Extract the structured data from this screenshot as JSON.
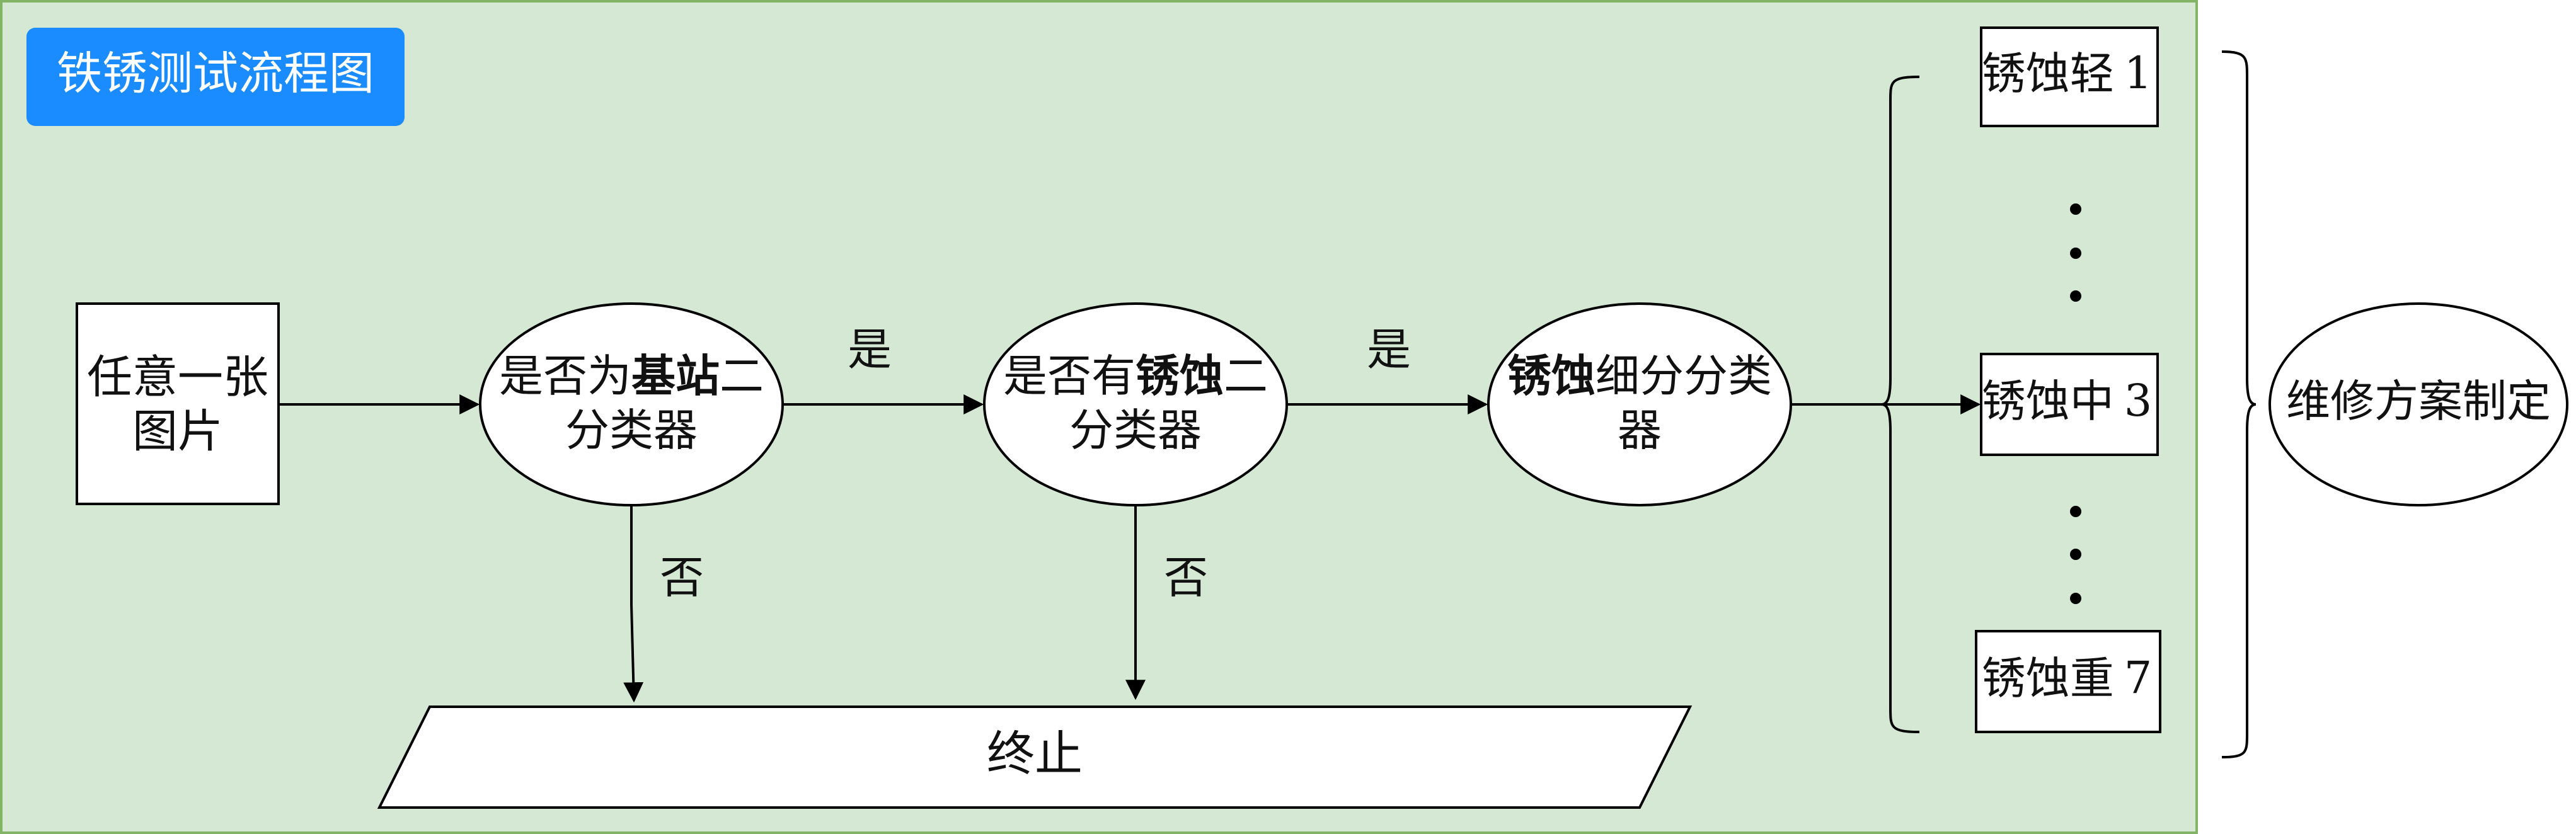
{
  "title": "铁锈测试流程图",
  "colors": {
    "panel_fill": "#d5e8d4",
    "panel_border": "#82b366",
    "badge_fill": "#1a8cff",
    "stroke": "#000000",
    "node_fill": "#ffffff"
  },
  "nodes": {
    "input_box": {
      "line1": "任意一张",
      "line2": "图片"
    },
    "base_station": {
      "prefix": "是否为",
      "bold": "基站",
      "suffix": "二",
      "line2": "分类器"
    },
    "has_rust": {
      "prefix": "是否有",
      "bold": "锈蚀",
      "suffix": "二",
      "line2": "分类器"
    },
    "rust_grade": {
      "bold": "锈蚀",
      "suffix": "细分分类",
      "line2": "器"
    },
    "terminate": "终止",
    "maintenance": "维修方案制定"
  },
  "edges": {
    "yes_1": "是",
    "yes_2": "是",
    "no_1": "否",
    "no_2": "否"
  },
  "levels": [
    {
      "label": "锈蚀轻",
      "number": "1"
    },
    {
      "label": "锈蚀中",
      "number": "3"
    },
    {
      "label": "锈蚀重",
      "number": "7"
    }
  ]
}
